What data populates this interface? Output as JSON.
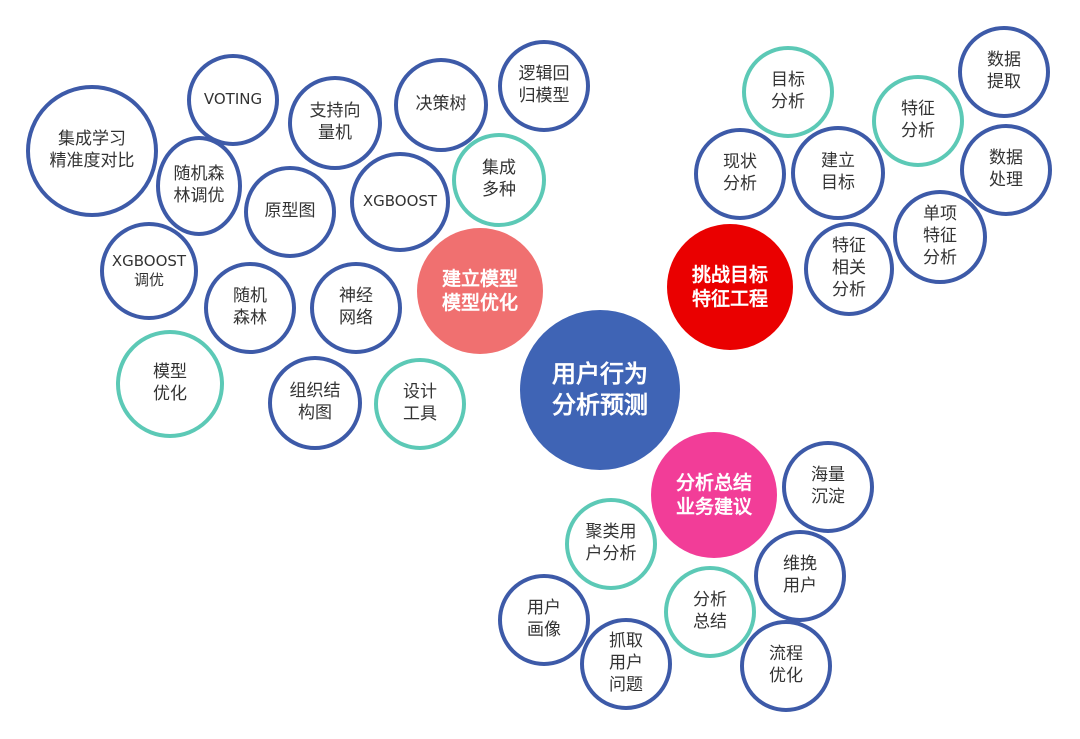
{
  "colors": {
    "center": "#3f64b5",
    "hub_model": "#f07070",
    "hub_feature": "#ea0000",
    "hub_summary": "#f23d98",
    "ring_blue": "#3d5aa8",
    "ring_teal": "#5cc9b6"
  },
  "center": {
    "label": "用户行为\n分析预测"
  },
  "hubs": {
    "model": "建立模型\n模型优化",
    "feature": "挑战目标\n特征工程",
    "summary": "分析总结\n业务建议"
  },
  "nodes": {
    "ensemble_compare": "集成学习\n精准度对比",
    "voting": "VOTING",
    "svm": "支持向\n量机",
    "decision_tree": "决策树",
    "logistic": "逻辑回\n归模型",
    "rf_tune": "随机森\n林调优",
    "prototype": "原型图",
    "xgboost": "XGBOOST",
    "ensemble_many": "集成\n多种",
    "xgboost_tune": "XGBOOST\n调优",
    "random_forest": "随机\n森林",
    "neural_net": "神经\n网络",
    "model_opt": "模型\n优化",
    "org_chart": "组织结\n构图",
    "design_tool": "设计\n工具",
    "target_analysis": "目标\n分析",
    "feature_analysis": "特征\n分析",
    "data_extract": "数据\n提取",
    "status_analysis": "现状\n分析",
    "build_target": "建立\n目标",
    "data_process": "数据\n处理",
    "single_feature": "单项\n特征\n分析",
    "feature_corr": "特征\n相关\n分析",
    "massive_settle": "海量\n沉淀",
    "cluster_users": "聚类用\n户分析",
    "retain_users": "维挽\n用户",
    "user_profile": "用户\n画像",
    "summary_analysis": "分析\n总结",
    "capture_issues": "抓取\n用户\n问题",
    "process_opt": "流程\n优化"
  }
}
